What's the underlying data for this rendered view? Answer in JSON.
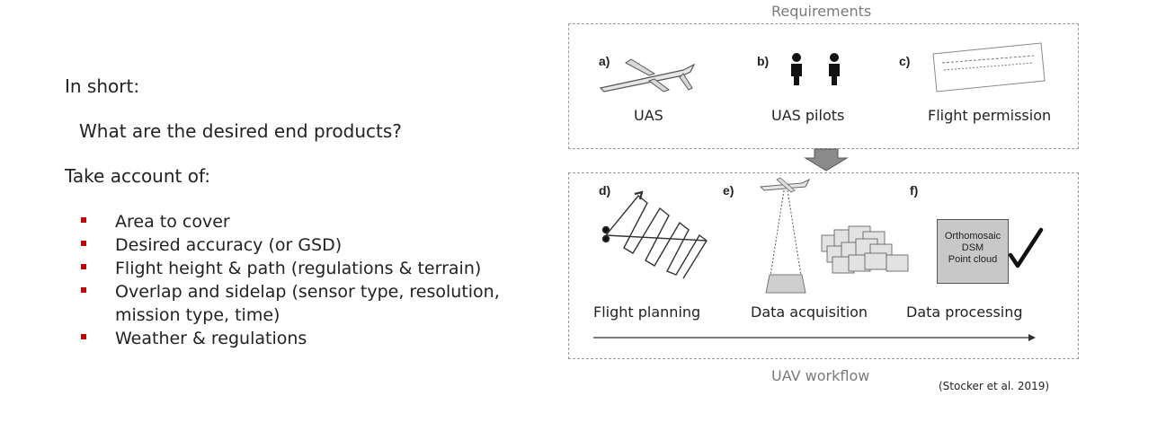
{
  "left_text": {
    "in_short": "In short:",
    "question": "What are the desired end products?",
    "take_account": "Take account of:",
    "bullets": [
      "Area to cover",
      "Desired accuracy (or GSD)",
      "Flight height & path (regulations & terrain)",
      "Overlap and sidelap (sensor type, resolution,",
      "mission type, time)",
      "Weather & regulations"
    ]
  },
  "figure": {
    "requirements_caption": "Requirements",
    "workflow_caption": "UAV workflow",
    "top_panels": [
      {
        "letter": "a)",
        "label": "UAS"
      },
      {
        "letter": "b)",
        "label": "UAS  pilots"
      },
      {
        "letter": "c)",
        "label": "Flight permission"
      }
    ],
    "bottom_panels": [
      {
        "letter": "d)",
        "label": "Flight planning"
      },
      {
        "letter": "e)",
        "label": "Data acquisition"
      },
      {
        "letter": "f)",
        "label": "Data processing"
      }
    ],
    "orthobox_lines": [
      "Orthomosaic",
      "DSM",
      "Point cloud"
    ],
    "citation": "(Stocker et al. 2019)"
  },
  "colors": {
    "bullet": "#c00000",
    "caption": "#7a7a7a",
    "dashed_border": "#9a9a9a"
  }
}
